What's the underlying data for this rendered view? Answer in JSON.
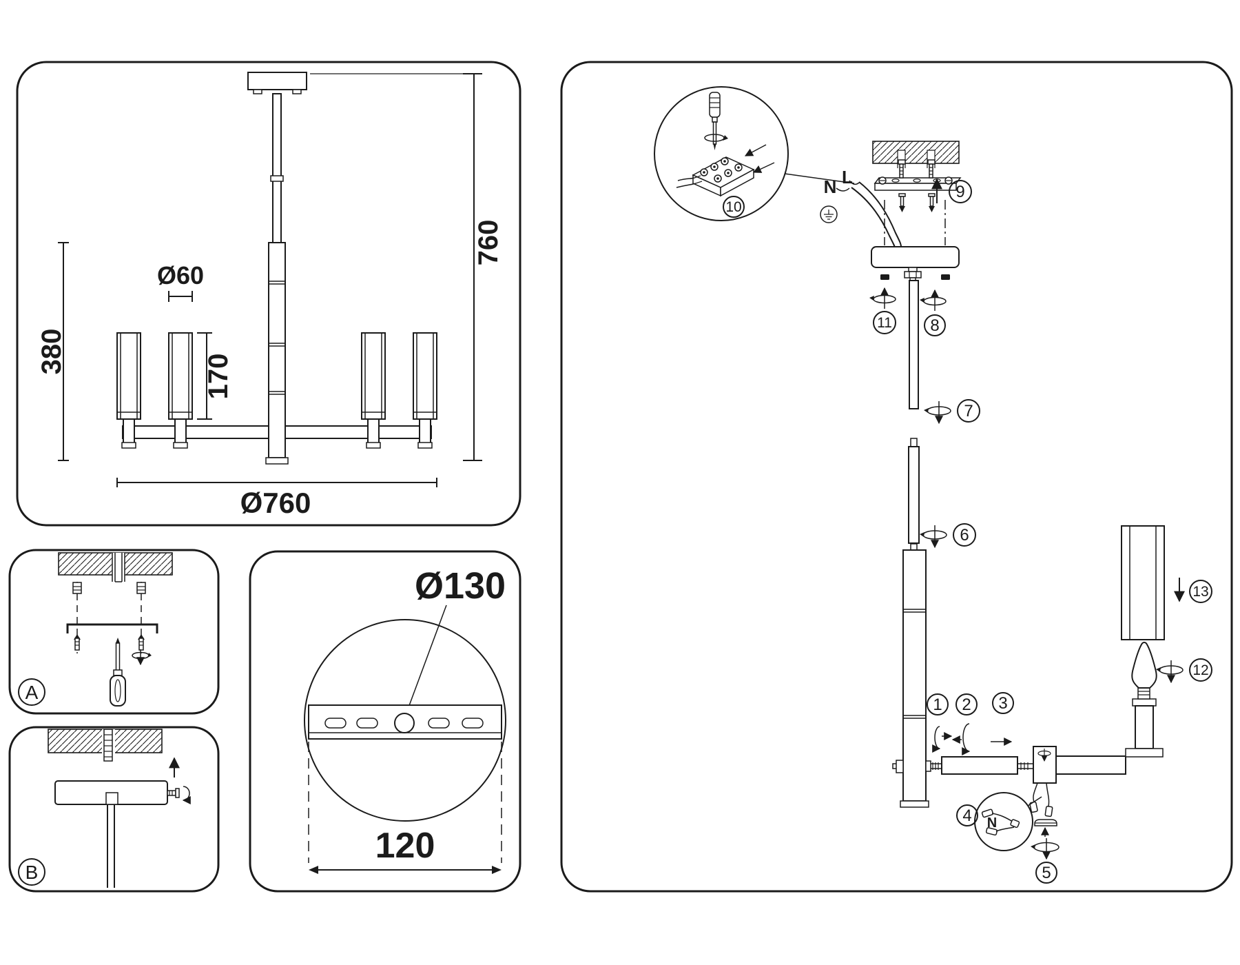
{
  "front_view": {
    "height_overall": "760",
    "height_body": "380",
    "shade_diameter": "Ø60",
    "shade_height": "170",
    "fixture_diameter": "Ø760"
  },
  "canopy_detail": {
    "canopy_diameter": "Ø130",
    "bracket_length": "120"
  },
  "mounting_steps": {
    "step_a": "A",
    "step_b": "B"
  },
  "assembly": {
    "steps": [
      "1",
      "2",
      "3",
      "4",
      "5",
      "6",
      "7",
      "8",
      "9",
      "10",
      "11",
      "12",
      "13"
    ]
  },
  "wiring": {
    "neutral": "N",
    "live": "L",
    "detail_neutral": "N"
  },
  "colors": {
    "line": "#1b1b1b",
    "background": "#ffffff"
  }
}
